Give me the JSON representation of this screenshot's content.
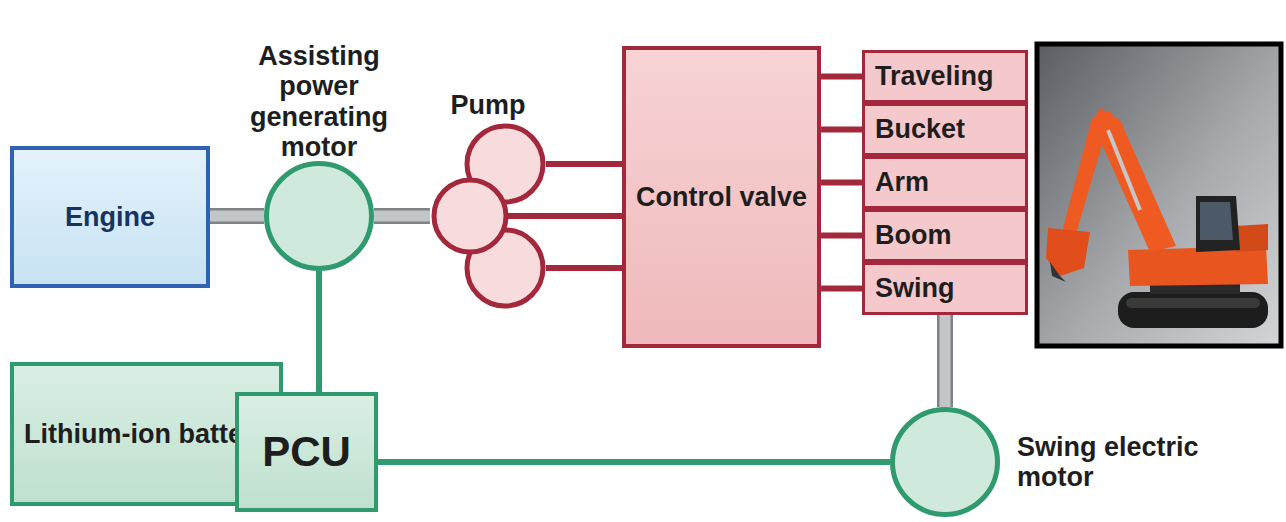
{
  "diagram": {
    "nodes": [
      {
        "text": [
          "Engine"
        ]
      },
      {
        "text": [
          "Assisting power generating motor"
        ]
      },
      {
        "text": [
          "Pump"
        ]
      },
      {
        "text": [
          "Control valve"
        ]
      },
      {
        "text": [
          "Traveling"
        ]
      },
      {
        "text": [
          "Bucket"
        ]
      },
      {
        "text": [
          "Arm"
        ]
      },
      {
        "text": [
          "Boom"
        ]
      },
      {
        "text": [
          "Swing"
        ]
      },
      {
        "text": [
          "Lithium-ion battery"
        ]
      },
      {
        "text": [
          "PCU"
        ]
      },
      {
        "text": [
          "Swing electric motor"
        ]
      }
    ],
    "edges": [
      {
        "from": 0,
        "to": 1,
        "arrow": "none"
      },
      {
        "from": 1,
        "to": 2,
        "arrow": "none"
      },
      {
        "from": 2,
        "to": 3,
        "arrow": "none"
      },
      {
        "from": 3,
        "to": 4,
        "arrow": "none"
      },
      {
        "from": 3,
        "to": 5,
        "arrow": "none"
      },
      {
        "from": 3,
        "to": 6,
        "arrow": "none"
      },
      {
        "from": 3,
        "to": 7,
        "arrow": "none"
      },
      {
        "from": 3,
        "to": 8,
        "arrow": "none"
      },
      {
        "from": 8,
        "to": 11,
        "arrow": "none"
      },
      {
        "from": 1,
        "to": 10,
        "arrow": "none"
      },
      {
        "from": 9,
        "to": 10,
        "arrow": "none"
      },
      {
        "from": 10,
        "to": 11,
        "arrow": "none"
      }
    ]
  }
}
